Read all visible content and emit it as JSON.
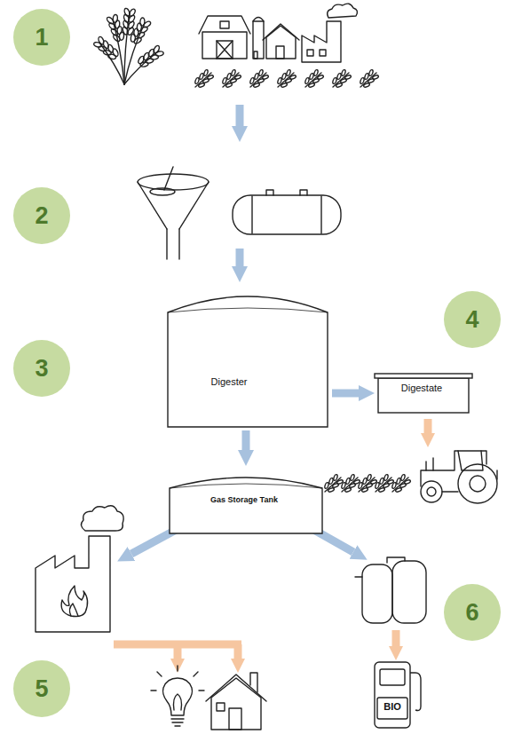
{
  "diagram": {
    "nodes": [
      {
        "text": [
          "Digester"
        ]
      },
      {
        "text": [
          "Digestate"
        ]
      },
      {
        "text": [
          "Gas Storage Tank"
        ]
      },
      {
        "text": [
          "BIO"
        ]
      }
    ],
    "edges": [
      {
        "from": 0,
        "to": 1,
        "arrow": "to"
      },
      {
        "from": 0,
        "to": 2,
        "arrow": "to"
      }
    ],
    "labels": [
      "1",
      "2",
      "3",
      "4",
      "5",
      "6"
    ]
  }
}
